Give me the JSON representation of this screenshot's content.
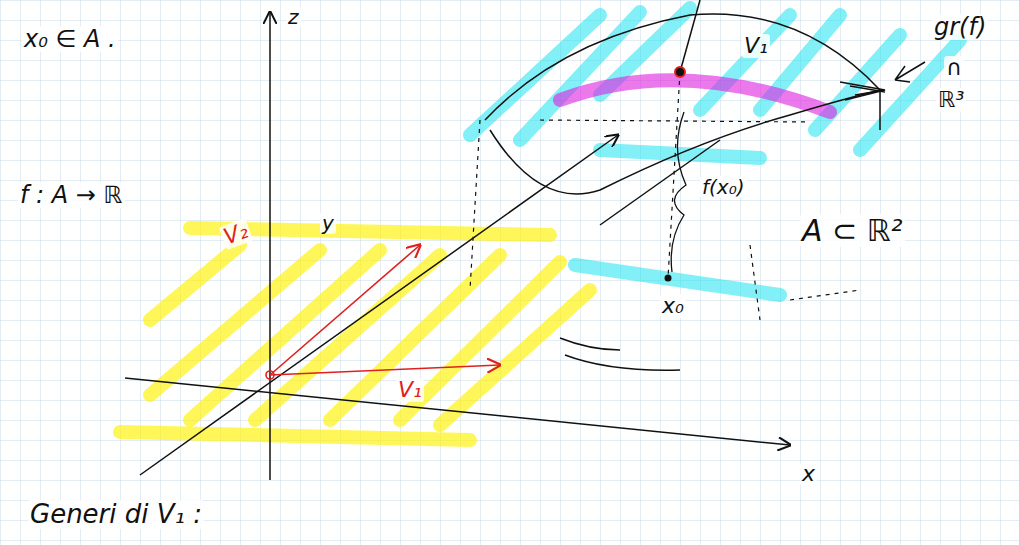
{
  "diagram": {
    "labels": [
      "x₀ ∈ A .",
      "z",
      "f : A → ℝ",
      "V₂",
      "V₁",
      "y",
      "V₁",
      "gr(f)",
      "∩",
      "ℝ³",
      "f(x₀)",
      "A ⊂ ℝ²",
      "x₀",
      "x",
      "Generi di V₁ :"
    ]
  }
}
